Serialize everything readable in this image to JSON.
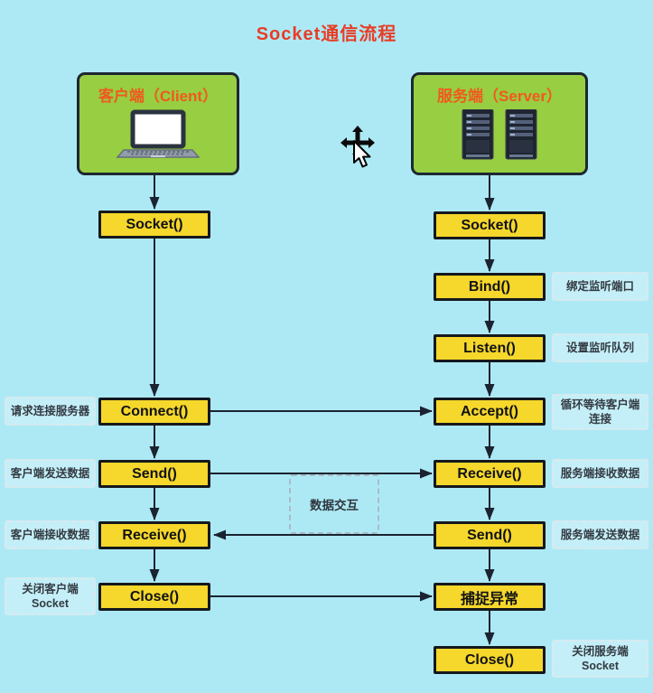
{
  "title": "Socket通信流程",
  "colors": {
    "background": "#ade9f5",
    "panel_green": "#98ce41",
    "box_yellow": "#f6d72b",
    "title_red": "#e83d26",
    "header_orange": "#f0591f",
    "arrow_dark": "#1b2330"
  },
  "client": {
    "header": "客户端（Client）",
    "icon": "laptop-icon",
    "steps": {
      "socket": "Socket()",
      "connect": "Connect()",
      "send": "Send()",
      "receive": "Receive()",
      "close": "Close()"
    },
    "notes": {
      "connect": "请求连接服务器",
      "send": "客户端发送数据",
      "receive": "客户端接收数据",
      "close": "关闭客户端Socket"
    }
  },
  "server": {
    "header": "服务端（Server）",
    "icon": "server-rack-icon",
    "steps": {
      "socket": "Socket()",
      "bind": "Bind()",
      "listen": "Listen()",
      "accept": "Accept()",
      "receive": "Receive()",
      "send": "Send()",
      "catch_exception": "捕捉异常",
      "close": "Close()"
    },
    "notes": {
      "bind": "绑定监听端口",
      "listen": "设置监听队列",
      "accept": "循环等待客户端连接",
      "receive": "服务端接收数据",
      "send": "服务端发送数据",
      "close": "关闭服务端Socket"
    }
  },
  "middle": {
    "data_exchange": "数据交互"
  },
  "cursor": {
    "icon": "move-arrow-cursor"
  }
}
